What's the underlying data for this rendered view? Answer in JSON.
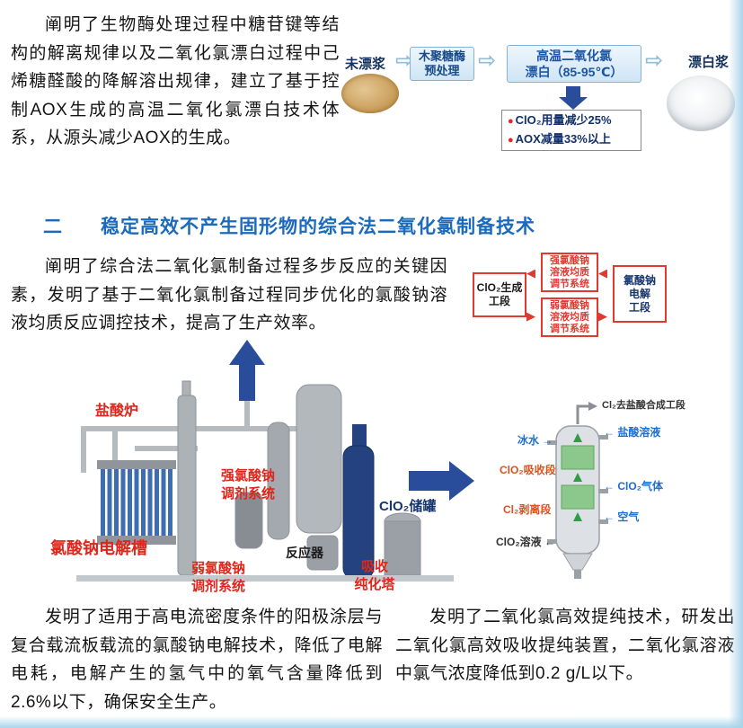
{
  "colors": {
    "heading_blue": "#1c6abc",
    "label_red": "#e0251b",
    "navy": "#16356e",
    "arrow_blue": "#2a4d9b",
    "flow_box_border": "#85b3d6"
  },
  "intro": {
    "text": "阐明了生物酶处理过程中糖苷键等结构的解离规律以及二氧化氯漂白过程中己烯糖醛酸的降解溶出规律，建立了基于控制AOX生成的高温二氧化氯漂白技术体系，从源头减少AOX的生成。"
  },
  "bleach_flow": {
    "unbleached": "未漂浆",
    "step1": "木聚糖酶\n预处理",
    "step2": "高温二氧化氯\n漂白（85-95℃）",
    "bleached": "漂白浆",
    "results": [
      "ClO₂用量减少25%",
      "AOX减量33%以上"
    ]
  },
  "section": {
    "number": "二",
    "title": "稳定高效不产生固形物的综合法二氧化氯制备技术"
  },
  "prep_para": "阐明了综合法二氧化氯制备过程多步反应的关键因素，发明了基于二氧化氯制备过程同步优化的氯酸钠溶液均质反应调控技术，提高了生产效率。",
  "cycle_diagram": {
    "clo2_stage": "ClO₂生成\n工段",
    "strong_system": "强氯酸钠\n溶液均质\n调节系统",
    "weak_system": "弱氯酸钠\n溶液均质\n调节系统",
    "electrolysis_stage": "氯酸钠\n电解\n工段"
  },
  "equipment": {
    "hcl_furnace": "盐酸炉",
    "strong_adjust": "强氯酸钠\n调剂系统",
    "electrolyzer": "氯酸钠电解槽",
    "weak_adjust": "弱氯酸钠\n调剂系统",
    "reactor": "反应器",
    "purify_tower": "吸收\n纯化塔",
    "clo2_tank": "ClO₂储罐"
  },
  "tower": {
    "top_out": "Cl₂去盐酸合成工段",
    "ice_water": "冰水",
    "hcl_solution": "盐酸溶液",
    "absorb": "ClO₂吸收段",
    "clo2_gas": "ClO₂气体",
    "strip": "Cl₂剥离段",
    "air": "空气",
    "clo2_solution": "ClO₂溶液"
  },
  "electrolysis_para": "发明了适用于高电流密度条件的阳极涂层与复合载流板载流的氯酸钠电解技术，降低了电解电耗，电解产生的氢气中的氧气含量降低到2.6%以下，确保安全生产。",
  "purify_para": "发明了二氧化氯高效提纯技术，研发出二氧化氯高效吸收提纯装置，二氧化氯溶液中氯气浓度降低到0.2 g/L以下。",
  "icons": {
    "flow_arrow": "⇨",
    "arrow_left": "←",
    "arrow_right": "→",
    "tri_left": "◀",
    "tri_right": "▶",
    "bullet": "●"
  }
}
